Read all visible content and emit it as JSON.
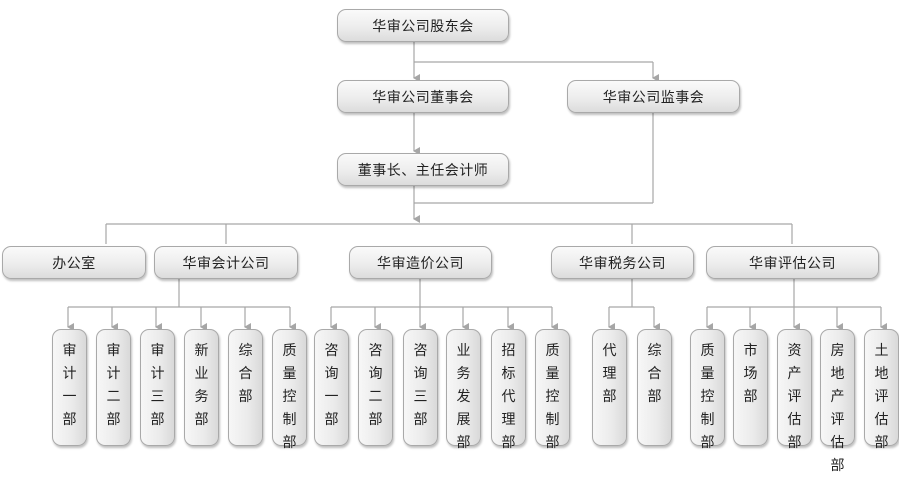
{
  "top": {
    "shareholders": "华审公司股东会",
    "board": "华审公司董事会",
    "supervisors": "华审公司监事会",
    "chairman": "董事长、主任会计师"
  },
  "branches": {
    "office": "办公室",
    "accounting": "华审会计公司",
    "costing": "华审造价公司",
    "tax": "华审税务公司",
    "appraisal": "华审评估公司"
  },
  "accounting_depts": [
    "审计一部",
    "审计二部",
    "审计三部",
    "新业务部",
    "综合部",
    "质量控制部"
  ],
  "costing_depts": [
    "咨询一部",
    "咨询二部",
    "咨询三部",
    "业务发展部",
    "招标代理部",
    "质量控制部"
  ],
  "tax_depts": [
    "代理部",
    "综合部"
  ],
  "appraisal_depts": [
    "质量控制部",
    "市场部",
    "资产评估部",
    "房地产评估部",
    "土地评估部"
  ],
  "colors": {
    "line": "#a6a6a6",
    "box_border": "#a9a9a9",
    "text": "#222222"
  }
}
